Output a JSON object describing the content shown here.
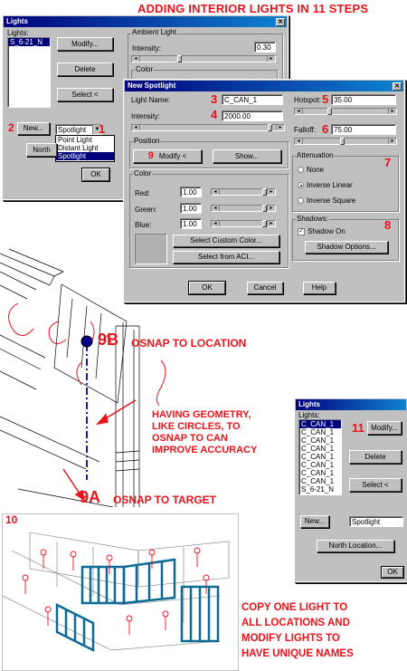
{
  "page_title": "ADDING INTERIOR LIGHTS IN 11 STEPS",
  "lights_dialog_1": {
    "title": "Lights",
    "lights_label": "Lights:",
    "list_items": [
      "S_6-21_N"
    ],
    "modify": "Modify...",
    "delete": "Delete",
    "select": "Select <",
    "new": "New...",
    "type_value": "Spotlight",
    "type_options": [
      "Point Light",
      "Distant Light",
      "Spotlight"
    ],
    "north": "North",
    "ok": "OK",
    "ambient_label": "Ambient Light",
    "intensity_label": "Intensity:",
    "intensity_value": "0.30",
    "color_label": "Color"
  },
  "spotlight_dialog": {
    "title": "New Spotlight",
    "light_name_label": "Light Name:",
    "light_name_value": "C_CAN_1",
    "intensity_label": "Intensity:",
    "intensity_value": "2000.00",
    "hotspot_label": "Hotspot:",
    "hotspot_value": "35.00",
    "falloff_label": "Falloff:",
    "falloff_value": "75.00",
    "position_label": "Position",
    "modify_btn": "Modify <",
    "show_btn": "Show...",
    "color_label": "Color",
    "red_label": "Red:",
    "red_value": "1.00",
    "green_label": "Green:",
    "green_value": "1.00",
    "blue_label": "Blue:",
    "blue_value": "1.00",
    "select_custom": "Select Custom Color...",
    "select_aci": "Select from ACI...",
    "attenuation_label": "Attenuation",
    "att_none": "None",
    "att_linear": "Inverse Linear",
    "att_square": "Inverse Square",
    "shadows_label": "Shadows:",
    "shadow_on": "Shadow On",
    "shadow_options": "Shadow Options...",
    "ok": "OK",
    "cancel": "Cancel",
    "help": "Help"
  },
  "lights_dialog_2": {
    "title": "Lights",
    "lights_label": "Lights:",
    "list_items": [
      "C_CAN_1",
      "C_CAN_1",
      "C_CAN_1",
      "C_CAN_1",
      "C_CAN_1",
      "C_CAN_1",
      "C_CAN_1",
      "C_CAN_1",
      "S_6-21_N"
    ],
    "modify": "Modify...",
    "delete": "Delete",
    "select": "Select <",
    "new": "New...",
    "type_value": "Spotlight",
    "north_location": "North Location...",
    "ok": "OK"
  },
  "steps": {
    "s1": "1",
    "s2": "2",
    "s3": "3",
    "s4": "4",
    "s5": "5",
    "s6": "6",
    "s7": "7",
    "s8": "8",
    "s9": "9",
    "s10": "10",
    "s11": "11",
    "s9a": "9A",
    "s9b": "9B"
  },
  "annotations": {
    "osnap_location": "OSNAP TO LOCATION",
    "geometry_note": [
      "HAVING GEOMETRY,",
      "LIKE CIRCLES, TO",
      "OSNAP TO CAN",
      "IMPROVE ACCURACY"
    ],
    "osnap_target": "OSNAP TO TARGET",
    "copy_note": [
      "COPY ONE LIGHT TO",
      "ALL LOCATIONS AND",
      "MODIFY LIGHTS TO",
      "HAVE UNIQUE NAMES"
    ]
  },
  "colors": {
    "annotation_red": "#e8131b",
    "dialog_gray": "#c0c0c0",
    "titlebar_blue": "#00007b",
    "selection_blue": "#00007b"
  }
}
